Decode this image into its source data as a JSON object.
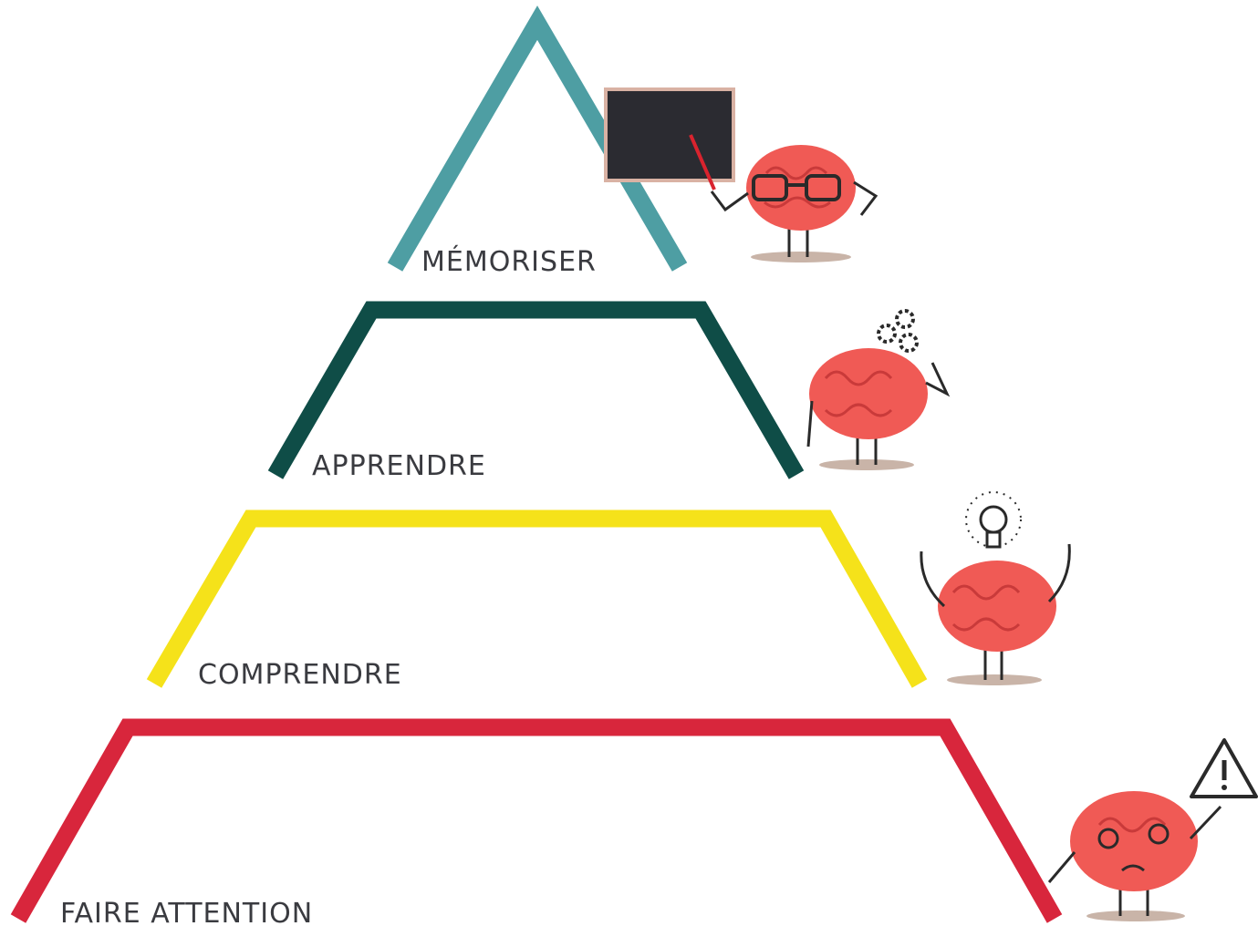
{
  "levels": [
    {
      "id": "memoriser",
      "label": "MÉMORISER",
      "color": "#4e9ea3"
    },
    {
      "id": "apprendre",
      "label": "APPRENDRE",
      "color": "#0f4d47"
    },
    {
      "id": "comprendre",
      "label": "COMPRENDRE",
      "color": "#f5e21a"
    },
    {
      "id": "attention",
      "label": "FAIRE ATTENTION",
      "color": "#d8263c"
    }
  ],
  "colors": {
    "brain": "#f05a55",
    "brain_lines": "#c93a3a",
    "board": "#2b2b31",
    "board_frame": "#d9b2a4",
    "shadow": "#c9b4a8",
    "ink": "#2a2a2a",
    "label_text": "#3a3b40"
  },
  "icons": {
    "teacher": "brain-teacher-icon",
    "gears": "brain-gears-icon",
    "idea": "brain-idea-icon",
    "warning": "brain-warning-icon"
  }
}
